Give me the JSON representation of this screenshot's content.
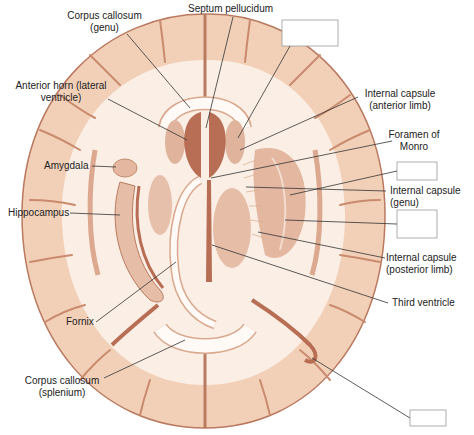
{
  "diagram": {
    "labels": [
      "Septum pellucidum",
      "Corpus callosum (genu)",
      "Anterior horn (lateral ventricle)",
      "Amygdala",
      "Hippocampus",
      "Fornix",
      "Corpus callosum (splenium)",
      "Internal capsule (anterior limb)",
      "Foramen of Monro",
      "Internal capsule (genu)",
      "Internal capsule (posterior limb)",
      "Third ventricle"
    ]
  }
}
